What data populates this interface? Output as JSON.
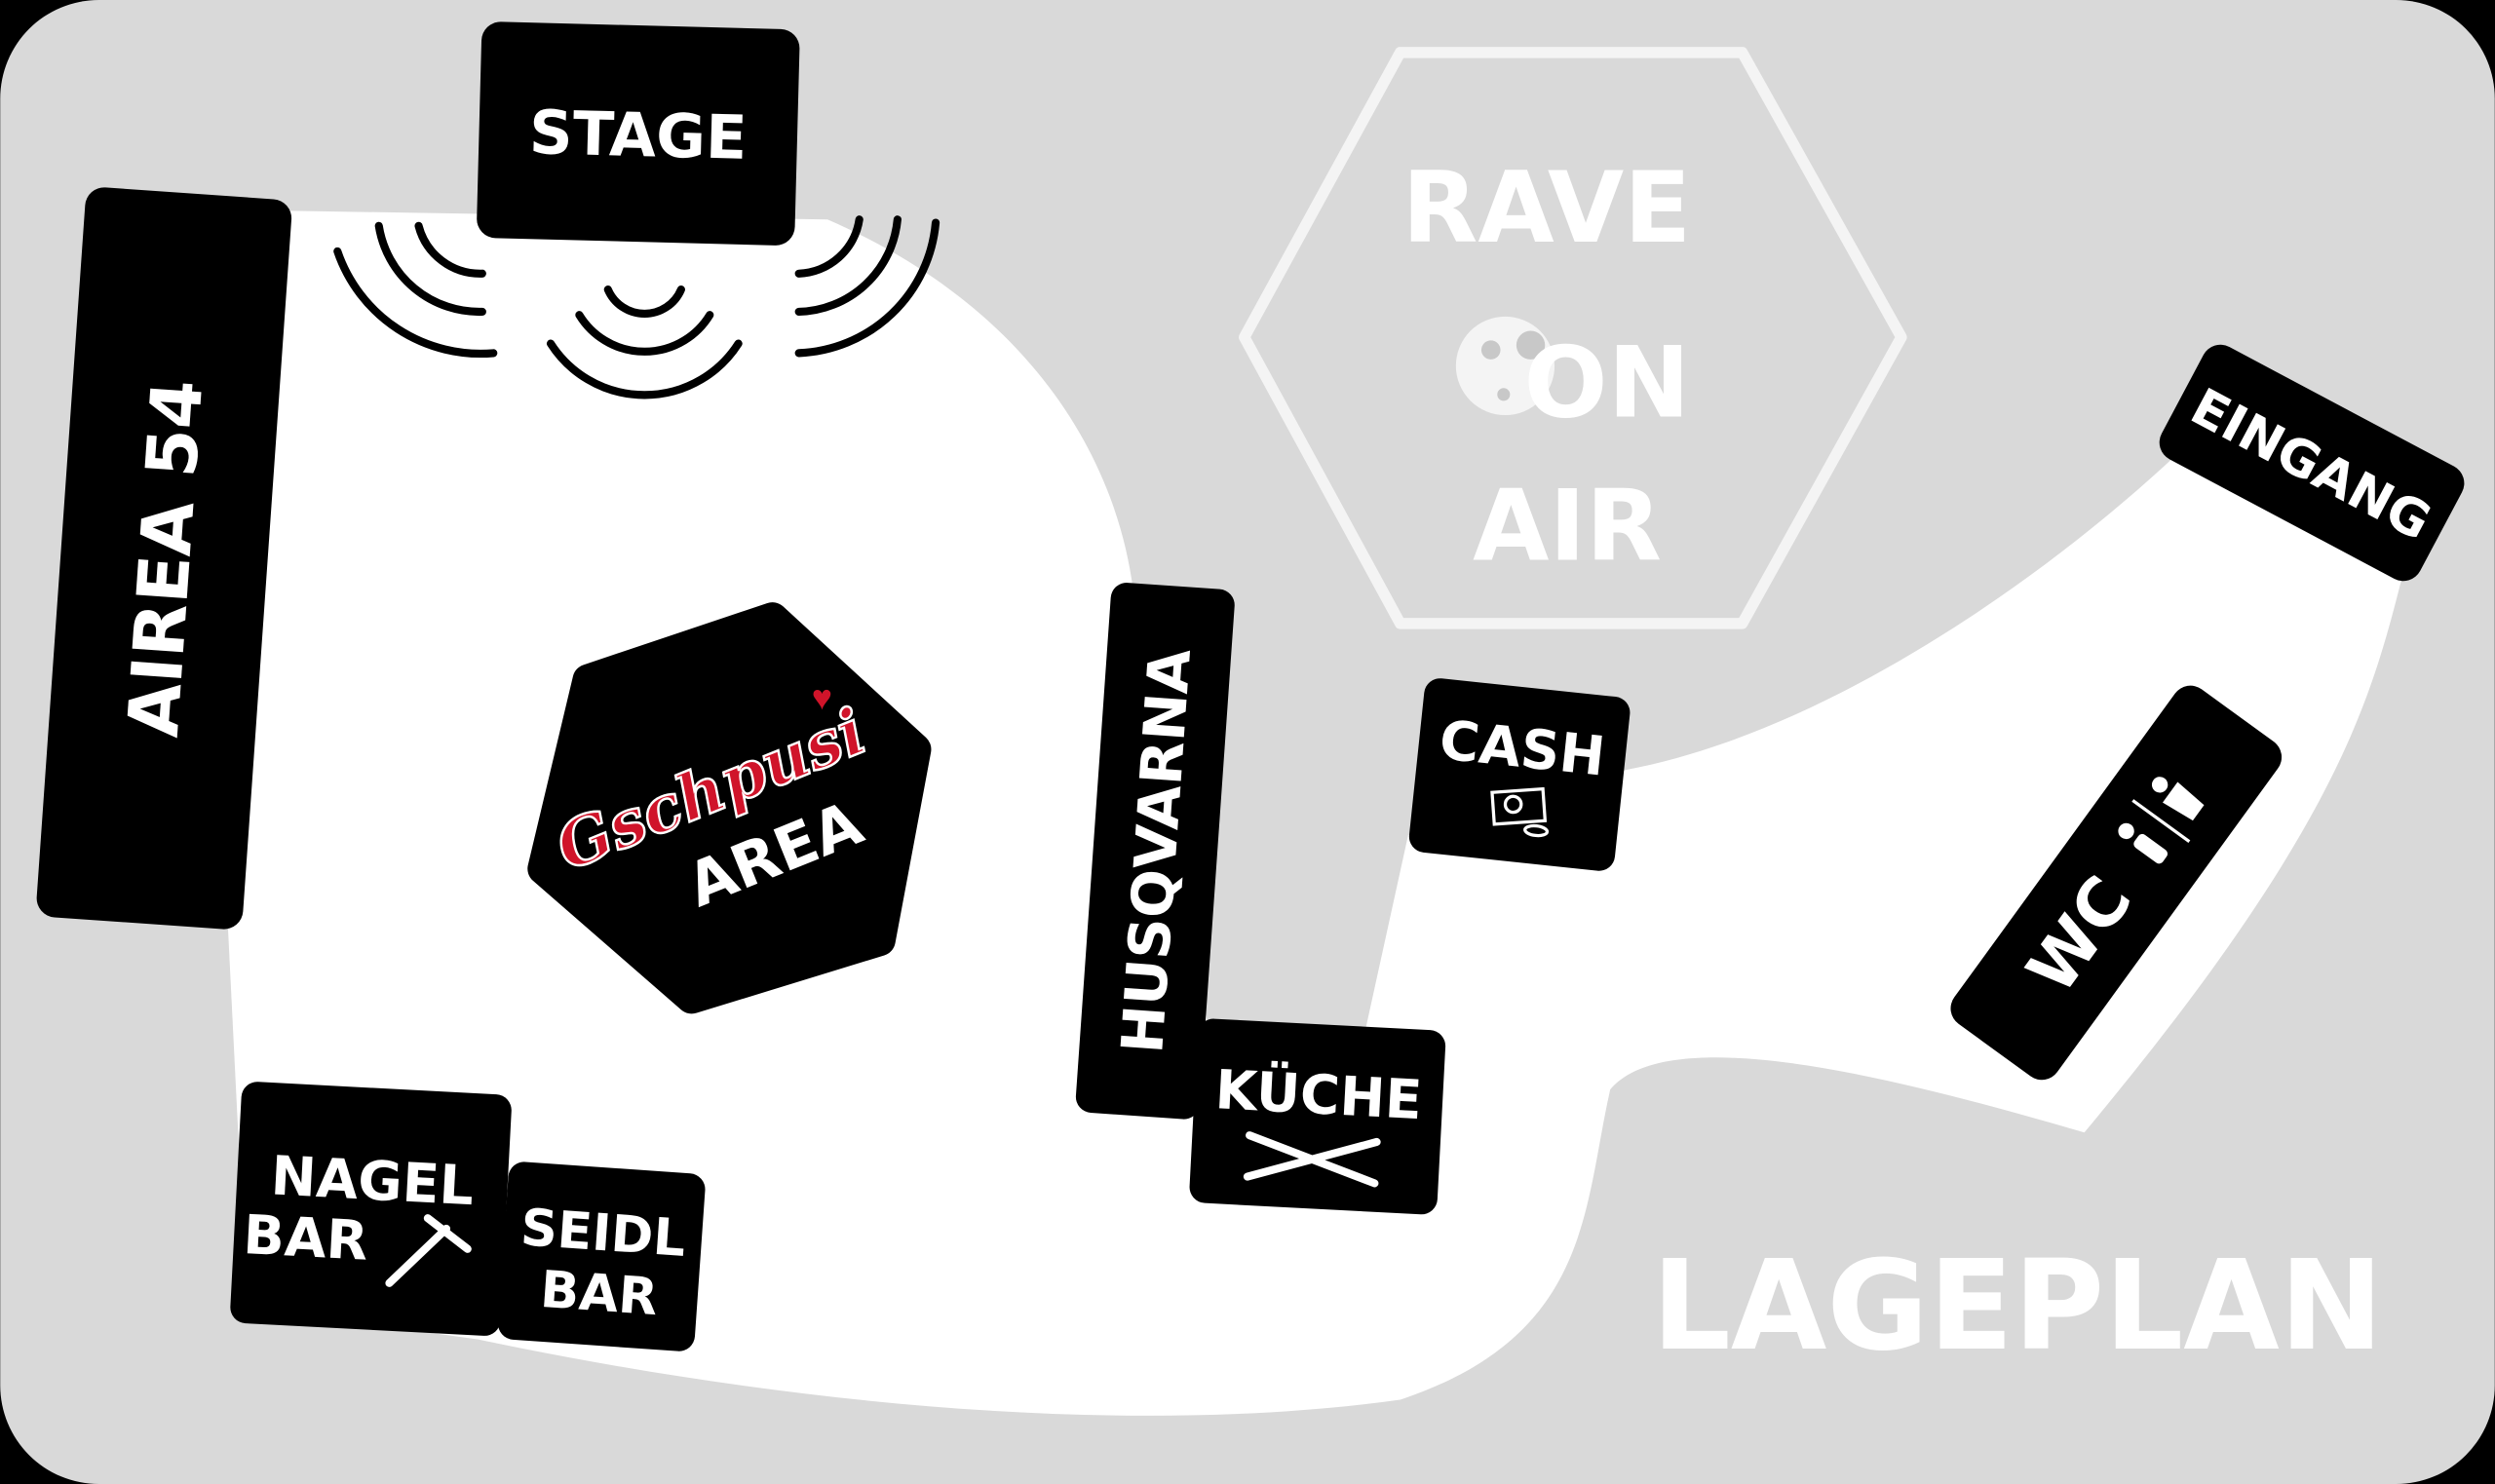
{
  "title": "LAGEPLAN",
  "logo": {
    "line1": "RAVE",
    "line2": "ON",
    "line3": "AIR"
  },
  "areas": {
    "stage": "STAGE",
    "airea": "AIREA 54",
    "gschpusi_script": "Gschpusi",
    "gschpusi_area": "AREA",
    "husqvarna": "HUSQVARNA",
    "cash": "CASH",
    "kueche": "KÜCHE",
    "nagel_1": "NAGEL",
    "nagel_2": "BAR",
    "seidl_1": "SEIDL",
    "seidl_2": "BAR",
    "eingang": "EINGANG",
    "wc": "WC"
  },
  "colors": {
    "background": "#d9d9d9",
    "path": "#ffffff",
    "sign": "#000000",
    "accent": "#d0142a"
  }
}
